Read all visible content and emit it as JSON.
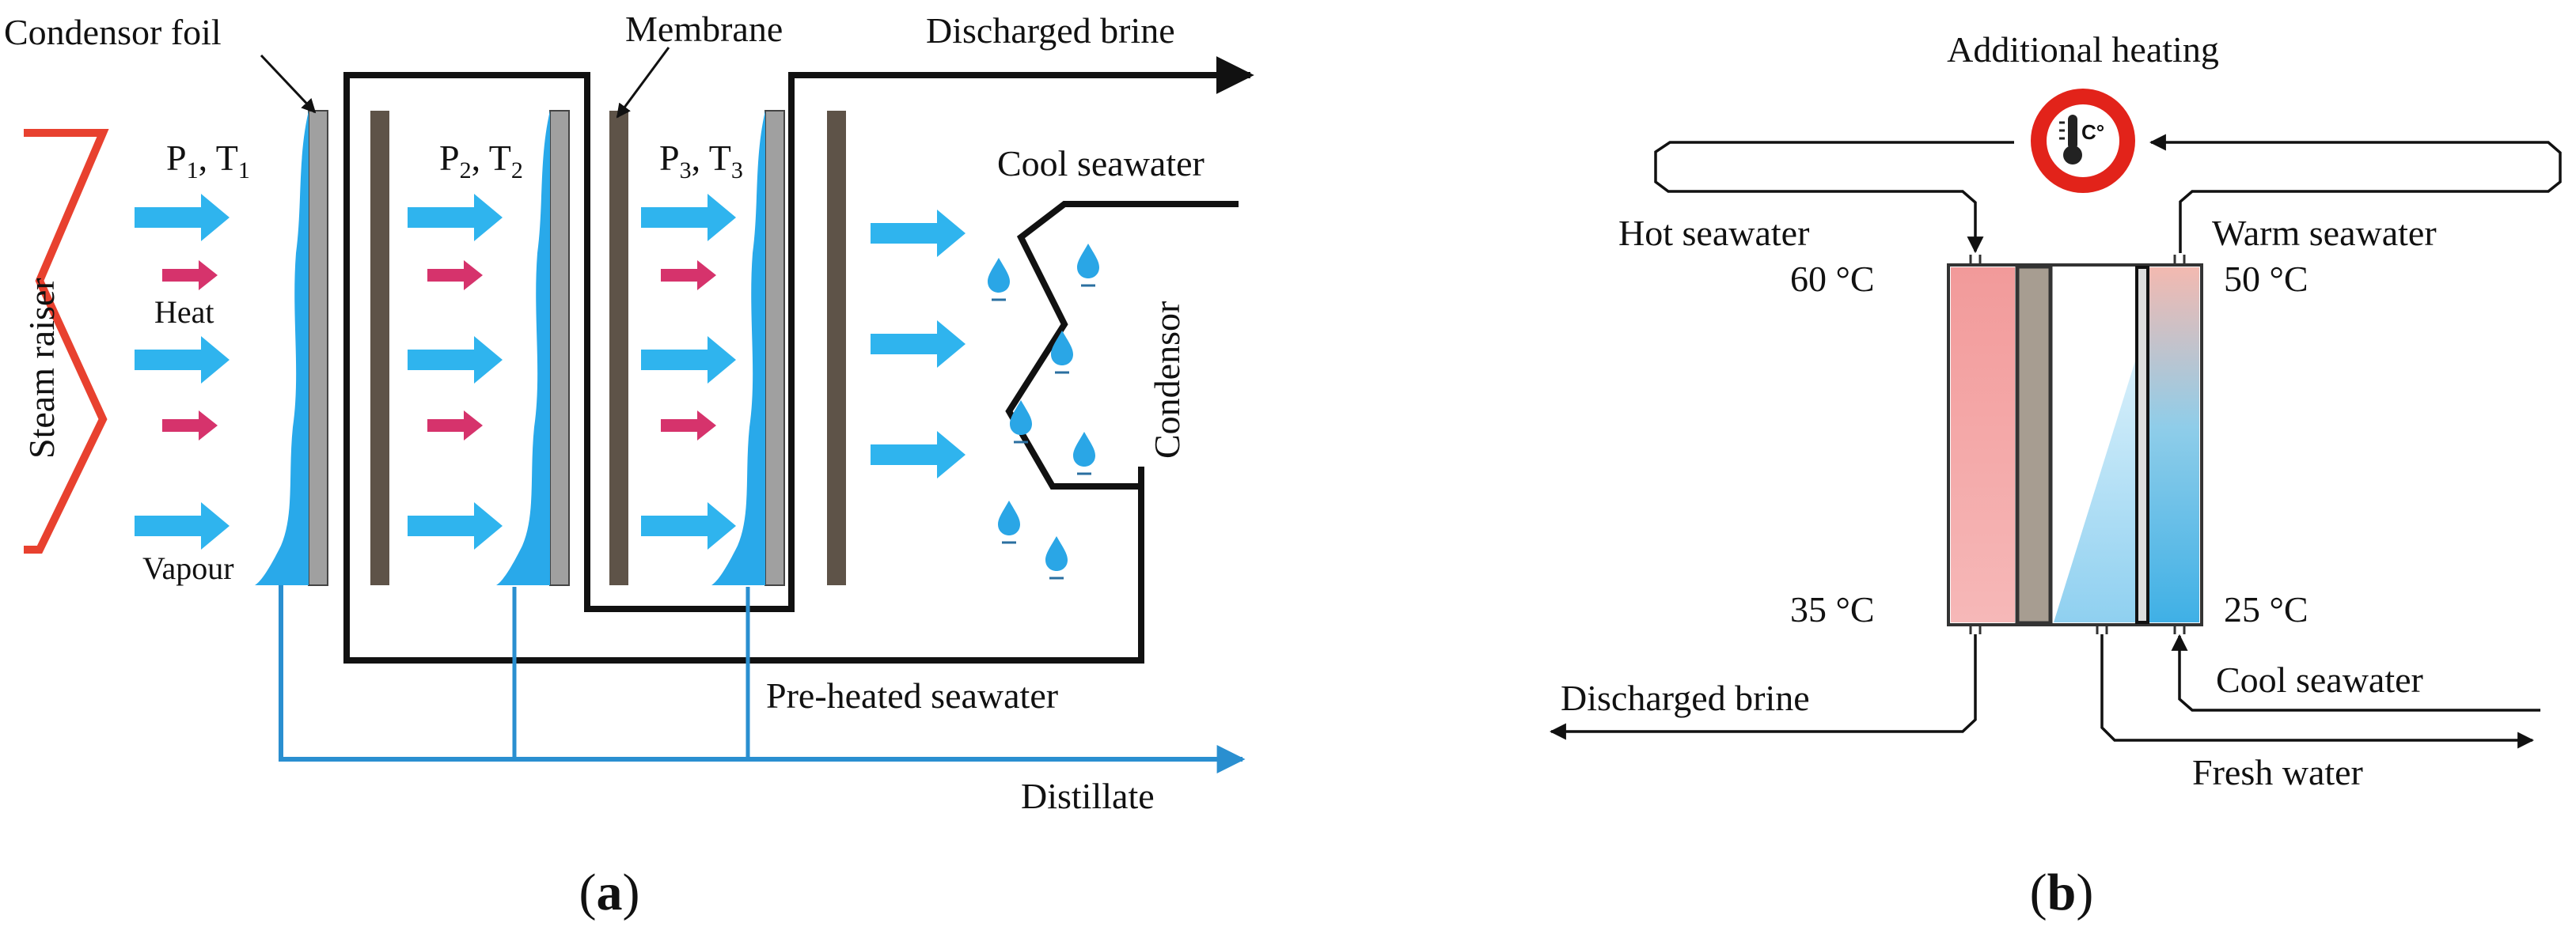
{
  "panel_a": {
    "caption_open": "(",
    "caption_letter": "a",
    "caption_close": ")",
    "condensor_foil": "Condensor foil",
    "membrane": "Membrane",
    "discharged_brine": "Discharged brine",
    "cool_seawater": "Cool seawater",
    "condensor": "Condensor",
    "steam_raiser": "Steam raiser",
    "heat": "Heat",
    "vapour": "Vapour",
    "pre_heated_seawater": "Pre-heated seawater",
    "distillate": "Distillate",
    "stages": [
      {
        "p": "P",
        "p_sub": "1",
        "t": "T",
        "t_sub": "1"
      },
      {
        "p": "P",
        "p_sub": "2",
        "t": "T",
        "t_sub": "2"
      },
      {
        "p": "P",
        "p_sub": "3",
        "t": "T",
        "t_sub": "3"
      }
    ]
  },
  "panel_b": {
    "caption_open": "(",
    "caption_letter": "b",
    "caption_close": ")",
    "additional_heating": "Additional heating",
    "heater_icon_text": "C°",
    "hot_seawater": "Hot seawater",
    "warm_seawater": "Warm seawater",
    "temp_hot_in": "60 °C",
    "temp_warm_out": "50 °C",
    "temp_brine_out": "35 °C",
    "temp_cool_in": "25 °C",
    "discharged_brine": "Discharged brine",
    "cool_seawater": "Cool seawater",
    "fresh_water": "Fresh water"
  },
  "colors": {
    "line": "#111111",
    "vapour_arrow": "#2fb4ee",
    "heat_arrow": "#d6336c",
    "steam_raiser": "#e8412f",
    "distillate": "#2a8fd0",
    "membrane": "#5e5348",
    "foil": "#a0a0a0",
    "condensate": "#29a9ea",
    "heater_ring": "#e2231a",
    "hot_channel": "#f29a9a",
    "cold_channel": "#4fb6e6",
    "spacer": "#a79d91"
  },
  "icons": [
    "thermometer-icon",
    "water-drop-icon"
  ]
}
